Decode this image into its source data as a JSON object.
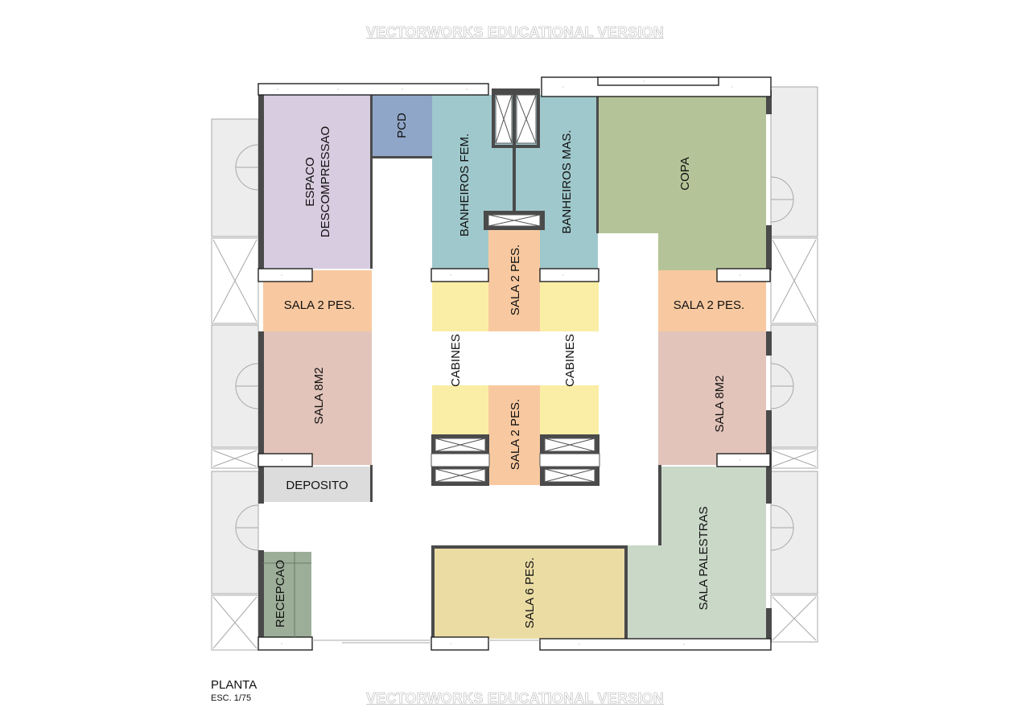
{
  "watermark": "VECTORWORKS EDUCATIONAL VERSION",
  "drawing": {
    "title": "PLANTA",
    "scale": "ESC. 1/75"
  },
  "rooms": {
    "espaco_line1": "ESPACO",
    "espaco_line2": "DESCOMPRESSAO",
    "pcd": "PCD",
    "banheiros_fem": "BANHEIROS FEM.",
    "banheiros_mas": "BANHEIROS MAS.",
    "copa": "COPA",
    "sala2_left": "SALA 2 PES.",
    "sala2_center_top": "SALA 2 PES.",
    "sala2_right": "SALA 2 PES.",
    "sala2_center_bottom": "SALA 2 PES.",
    "cabines_left": "CABINES",
    "cabines_right": "CABINES",
    "sala8_left": "SALA 8M2",
    "sala8_right": "SALA 8M2",
    "deposito": "DEPOSITO",
    "sala_palestras": "SALA PALESTRAS",
    "sala6": "SALA 6 PES.",
    "recepcao": "RECEPCAO"
  },
  "colors": {
    "espaco": "#d8cce0",
    "pcd": "#8fa6c8",
    "banheiros": "#9fc8cc",
    "copa": "#b4c498",
    "sala2": "#f8c9a0",
    "cabines": "#faeea6",
    "sala8": "#e2c4ba",
    "deposito": "#dcdcdc",
    "palestras": "#cad8c8",
    "sala6": "#ebdca4",
    "recepcao": "#9cae98",
    "wall": "#4a4a4a",
    "balcony": "#ededed"
  }
}
